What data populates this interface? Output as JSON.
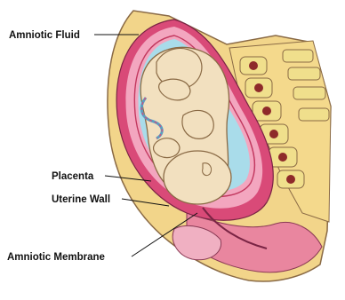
{
  "labels": {
    "amniotic_fluid": "Amniotic Fluid",
    "placenta": "Placenta",
    "uterine_wall": "Uterine Wall",
    "amniotic_membrane": "Amniotic Membrane"
  },
  "colors": {
    "skin_outer": "#f2d58a",
    "uterus_wall": "#d94a78",
    "uterus_inner": "#f3a6bf",
    "fluid": "#a9dcea",
    "fetus": "#f2e0bf",
    "fetus_outline": "#8a6a45",
    "spine_bone": "#f0df8c",
    "vertebra_hole": "#8e2a2a",
    "leader_line": "#111111"
  }
}
